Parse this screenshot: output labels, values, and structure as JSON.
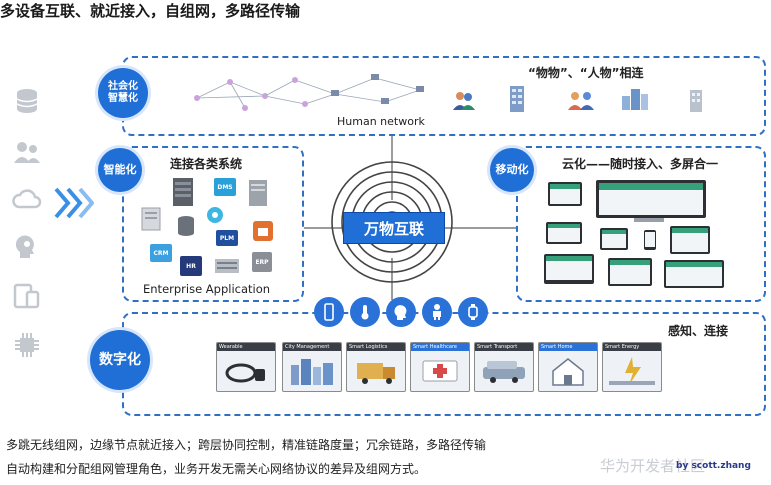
{
  "title": "多设备互联、就近接入，自组网，多路径传输",
  "center": {
    "label": "万物互联"
  },
  "top_panel": {
    "circle_line1": "社会化",
    "circle_line2": "智慧化",
    "caption": "Human network",
    "right_caption": "“物物”、“人物”相连"
  },
  "left_panel": {
    "circle": "智能化",
    "heading": "连接各类系统",
    "caption": "Enterprise  Application",
    "badges": [
      "DMS",
      "PLM",
      "CRM",
      "HR",
      "ERP"
    ]
  },
  "right_panel": {
    "circle": "移动化",
    "heading": "云化——随时接入、多屏合一"
  },
  "bottom_panel": {
    "circle": "数字化",
    "heading": "感知、连接",
    "cards": [
      "Wearable",
      "City Management",
      "Smart Logistics",
      "Smart Healthcare",
      "Smart Transport",
      "Smart Home",
      "Smart Energy"
    ]
  },
  "footer": {
    "line1": "多跳无线组网，边缘节点就近接入；跨层协同控制，精准链路度量；冗余链路，多路径传输",
    "line2": "自动构建和分配组网管理角色，业务开发无需关心网络协议的差异及组网方式。",
    "credit": "by scott.zhang",
    "watermark": "华为开发者社区"
  },
  "colors": {
    "accent": "#1f6fd6",
    "panel_border": "#2f6fc4"
  },
  "icons": {
    "side": [
      "database-icon",
      "users-icon",
      "cloud-icon",
      "brain-icon",
      "devices-icon",
      "chip-icon"
    ],
    "bubbles": [
      "smartphone-icon",
      "thermometer-icon",
      "head-icon",
      "robot-icon",
      "watch-icon"
    ]
  }
}
